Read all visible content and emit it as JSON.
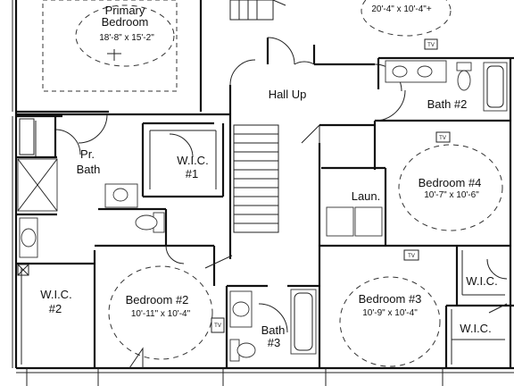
{
  "rooms": {
    "primary_bedroom": {
      "name_line1": "Primary",
      "name_line2": "Bedroom",
      "dims": "18'-8\" x 15'-2\""
    },
    "bedroom_top_right": {
      "dims": "20'-4\" x 10'-4\"+"
    },
    "hall": {
      "name": "Hall Up"
    },
    "bath2": {
      "name": "Bath #2"
    },
    "pr_bath": {
      "name_line1": "Pr.",
      "name_line2": "Bath"
    },
    "wic1": {
      "name_line1": "W.I.C.",
      "name_line2": "#1"
    },
    "bedroom4": {
      "name": "Bedroom #4",
      "dims": "10'-7\" x 10'-6\""
    },
    "laundry": {
      "name": "Laun."
    },
    "wic2": {
      "name_line1": "W.I.C.",
      "name_line2": "#2"
    },
    "bedroom2": {
      "name": "Bedroom #2",
      "dims": "10'-11\" x 10'-4\""
    },
    "bath3": {
      "name_line1": "Bath",
      "name_line2": "#3"
    },
    "bedroom3": {
      "name": "Bedroom #3",
      "dims": "10'-9\" x 10'-4\""
    },
    "wic_right_upper": {
      "name": "W.I.C."
    },
    "wic_right_lower": {
      "name": "W.I.C."
    }
  },
  "tv_tag": "TV"
}
